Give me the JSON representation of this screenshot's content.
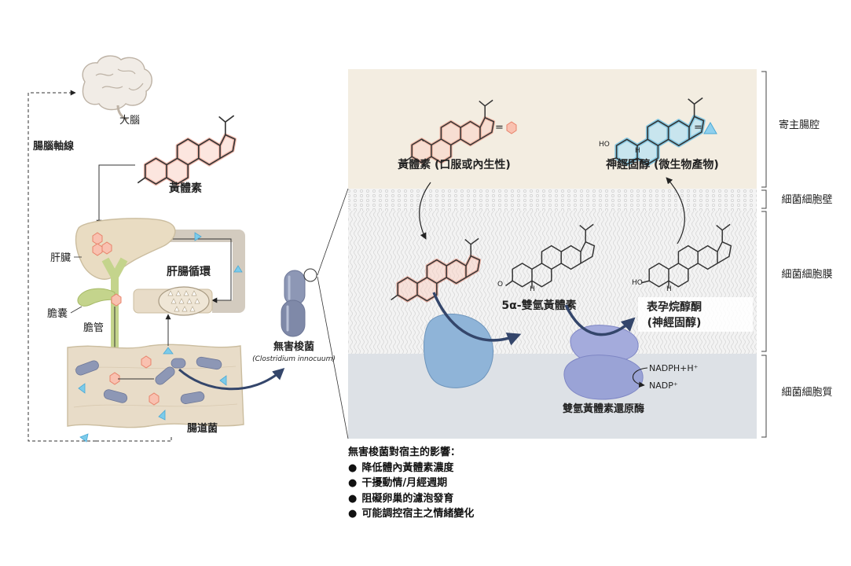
{
  "colors": {
    "lumen_bg": "#f3ede1",
    "wall_bg": "#f1f1f1",
    "membrane_bg": "#ececec",
    "cytoplasm_bg": "#dde1e6",
    "progesterone": "#f2a38e",
    "neurosteroid": "#7ccbea",
    "enzyme_blue": "#8fb4d8",
    "enzyme_purple": "#9aa3d6",
    "arrow_navy": "#34466b",
    "bacteria": "#8d97b5",
    "gut_bg": "#e8dcc8",
    "liver": "#e9dcc2",
    "bile": "#c4d48c"
  },
  "left_panel": {
    "brain_label": "大腦",
    "axis_label": "腸腦軸線",
    "progesterone_label": "黃體素",
    "liver_label": "肝臟",
    "gallbladder_label": "膽囊",
    "bile_duct_label": "膽管",
    "enterohepatic_label": "肝腸循環",
    "gut_bacteria_label": "腸道菌",
    "bacterium_name": "無害梭菌",
    "bacterium_latin": "(Clostridium innocuum)"
  },
  "right_panel": {
    "layers": {
      "lumen": "寄主腸腔",
      "wall": "細菌細胞壁",
      "membrane": "細菌細胞膜",
      "cytoplasm": "細菌細胞質"
    },
    "progesterone_caption": "黃體素 (口服或內生性)",
    "neurosteroid_caption": "神經固醇 (微生物產物)",
    "equals": "=",
    "intermediate_label": "5α-雙氫黃體素",
    "product_label_line1": "表孕烷醇酮",
    "product_label_line2": "(神經固醇)",
    "enzyme_label": "雙氫黃體素還原酶",
    "cofactor_in": "NADPH+H⁺",
    "cofactor_out": "NADP⁺",
    "atom_o": "O",
    "atom_h": "H",
    "atom_ho": "HO"
  },
  "effects": {
    "title": "無害梭菌對宿主的影響：",
    "items": [
      "降低體內黃體素濃度",
      "干擾動情/月經週期",
      "阻礙卵巢的濾泡發育",
      "可能調控宿主之情緒變化"
    ]
  }
}
